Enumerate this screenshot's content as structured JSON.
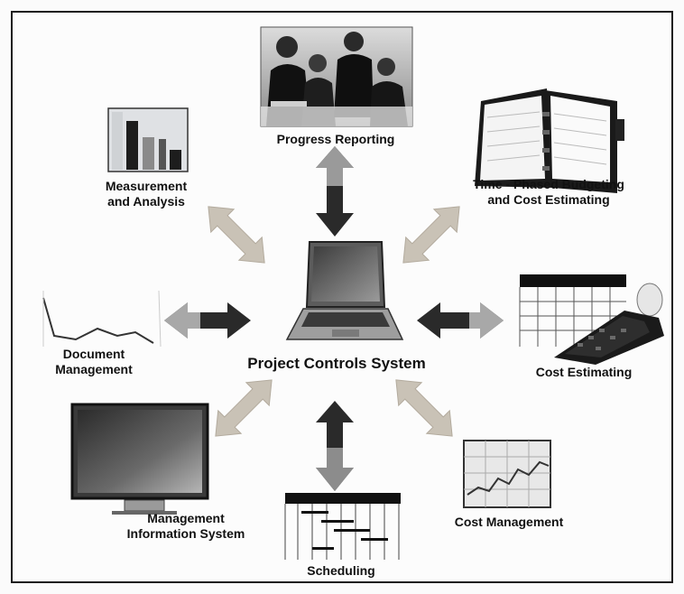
{
  "title": "Project Controls System",
  "nodes": {
    "progress_reporting": "Progress Reporting",
    "measurement_line1": "Measurement",
    "measurement_line2": "and Analysis",
    "budgeting_line1": "Time - Phased Budgeting",
    "budgeting_line2": "and Cost Estimating",
    "document_line1": "Document",
    "document_line2": "Management",
    "cost_estimating": "Cost Estimating",
    "mis_line1": "Management",
    "mis_line2": "Information System",
    "cost_management": "Cost Management",
    "scheduling": "Scheduling"
  },
  "icons": {
    "center": "laptop-icon",
    "progress_reporting": "business-meeting-photo",
    "measurement": "bar-chart-icon",
    "budgeting": "planner-binder-icon",
    "document": "document-line-chart-icon",
    "cost_estimating": "adding-machine-icon",
    "mis": "computer-monitor-icon",
    "cost_management": "line-chart-screen-icon",
    "scheduling": "gantt-chart-icon"
  },
  "colors": {
    "arrow_dark": "#2a2a2a",
    "arrow_light": "#c9c2b6",
    "frame": "#1a1a1a"
  }
}
